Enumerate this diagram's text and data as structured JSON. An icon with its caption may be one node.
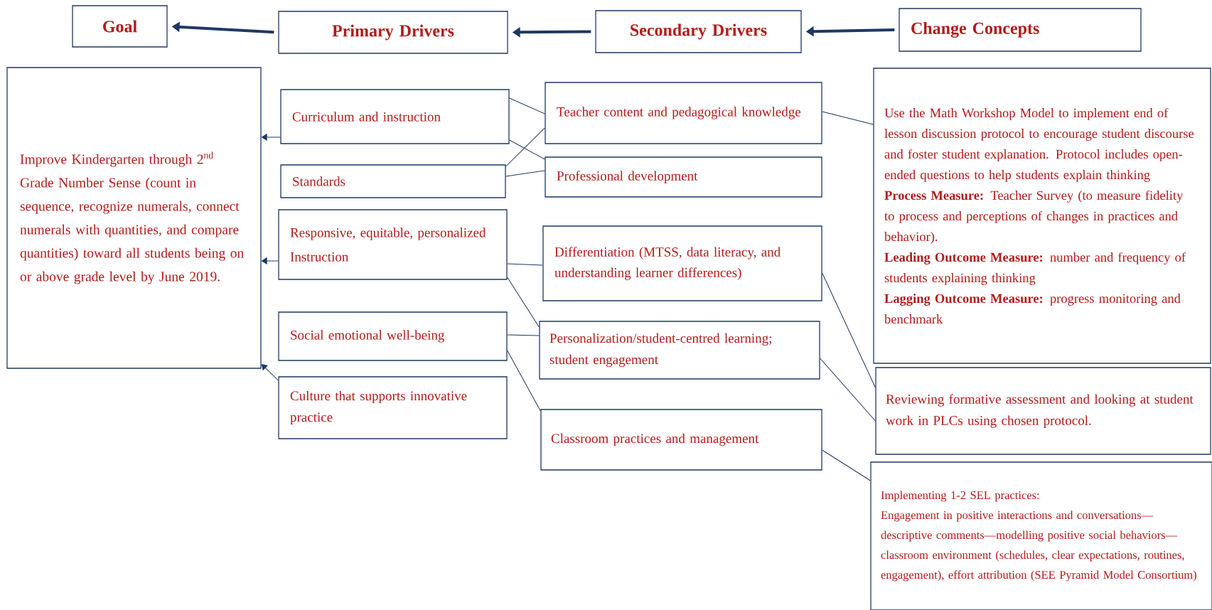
{
  "diagram": {
    "nodes": [
      {
        "text": [
          "Goal"
        ]
      },
      {
        "text": [
          "Primary Drivers"
        ]
      },
      {
        "text": [
          "Secondary Drivers"
        ]
      },
      {
        "text": [
          "Change Concepts"
        ]
      },
      {
        "text": [
          "Improve Kindergarten through 2$^{nd}$ Grade Number Sense (count in sequence, recognize numerals, connect numerals with quantities, and compare quantities) toward all students being on or above grade level by June 2019."
        ]
      },
      {
        "text": [
          "Curriculum and instruction"
        ]
      },
      {
        "text": [
          "Standards"
        ]
      },
      {
        "text": [
          "Responsive, equitable, personalized Instruction"
        ]
      },
      {
        "text": [
          "Social emotional well-being"
        ]
      },
      {
        "text": [
          "Culture that supports innovative practice"
        ]
      },
      {
        "text": [
          "Teacher content and pedagogical knowledge"
        ]
      },
      {
        "text": [
          "Professional development"
        ]
      },
      {
        "text": [
          "Differentiation (MTSS, data literacy, and understanding learner differences)"
        ]
      },
      {
        "text": [
          "Personalization/student-centred learning; student engagement"
        ]
      },
      {
        "text": [
          "Classroom practices and management"
        ]
      },
      {
        "text": [
          "Use the Math Workshop Model to implement end of lesson discussion protocol to encourage student discourse and foster student explanation. Protocol includes open-ended questions to help students explain thinking",
          "**Process Measure:** Teacher Survey (to measure fidelity to process and perceptions of changes in practices and behavior).",
          "**Leading Outcome Measure:** number and frequency of students explaining thinking",
          "**Lagging Outcome Measure:** progress monitoring and benchmark"
        ]
      },
      {
        "text": [
          "Reviewing formative assessment and looking at student work in PLCs using chosen protocol."
        ]
      },
      {
        "text": [
          "Implementing 1-2 SEL practices:",
          "Engagement in positive interactions and conversations—descriptive comments—modelling positive social behaviors—classroom environment (schedules, clear expectations, routines, engagement), effort attribution (SEE Pyramid Model Consortium)"
        ]
      }
    ],
    "edges": [
      {
        "from": 1,
        "to": 0,
        "arrow": "to",
        "style": "thick"
      },
      {
        "from": 2,
        "to": 1,
        "arrow": "to",
        "style": "thick"
      },
      {
        "from": 3,
        "to": 2,
        "arrow": "to",
        "style": "thick"
      },
      {
        "from": 5,
        "to": 4,
        "arrow": "to"
      },
      {
        "from": 7,
        "to": 4,
        "arrow": "to"
      },
      {
        "from": 9,
        "to": 4,
        "arrow": "to"
      },
      {
        "from": 5,
        "to": 10,
        "arrow": "none"
      },
      {
        "from": 5,
        "to": 11,
        "arrow": "none"
      },
      {
        "from": 6,
        "to": 10,
        "arrow": "none"
      },
      {
        "from": 6,
        "to": 11,
        "arrow": "none"
      },
      {
        "from": 7,
        "to": 12,
        "arrow": "none"
      },
      {
        "from": 7,
        "to": 13,
        "arrow": "none"
      },
      {
        "from": 8,
        "to": 13,
        "arrow": "none"
      },
      {
        "from": 8,
        "to": 14,
        "arrow": "none"
      },
      {
        "from": 10,
        "to": 15,
        "arrow": "none"
      },
      {
        "from": 12,
        "to": 16,
        "arrow": "none"
      },
      {
        "from": 13,
        "to": 16,
        "arrow": "none"
      },
      {
        "from": 14,
        "to": 17,
        "arrow": "none"
      }
    ]
  }
}
